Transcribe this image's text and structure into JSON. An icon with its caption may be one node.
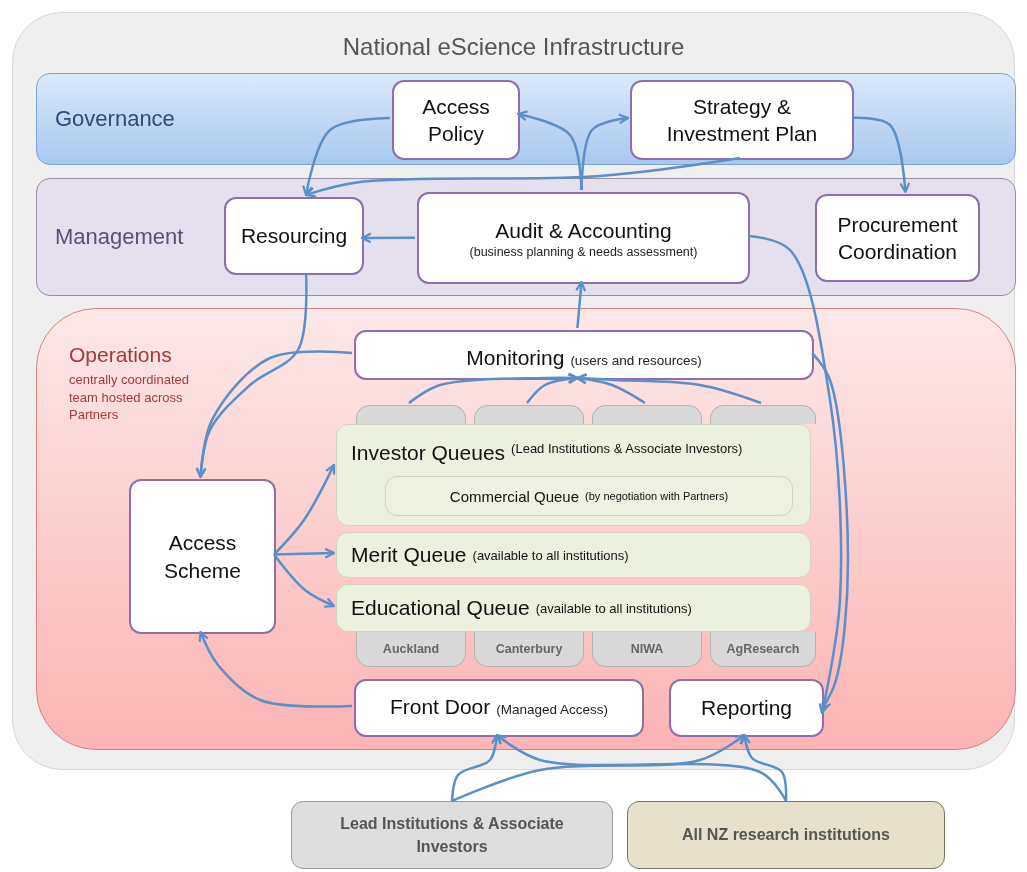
{
  "diagram": {
    "nodes": [
      {
        "text": [
          "National eScience Infrastructure"
        ]
      },
      {
        "text": [
          "Governance"
        ],
        "in": 0
      },
      {
        "text": [
          "Access Policy"
        ],
        "in": 1
      },
      {
        "text": [
          "Strategy & Investment Plan"
        ],
        "in": 1
      },
      {
        "text": [
          "Management"
        ],
        "in": 0
      },
      {
        "text": [
          "Resourcing"
        ],
        "in": 4
      },
      {
        "text": [
          "Audit & Accounting",
          "(business planning & needs assessment)"
        ],
        "in": 4
      },
      {
        "text": [
          "Procurement Coordination"
        ],
        "in": 4
      },
      {
        "text": [
          "Operations",
          "centrally coordinated team hosted across Partners"
        ],
        "in": 0
      },
      {
        "text": [
          "Monitoring",
          "(users and resources)"
        ],
        "in": 8
      },
      {
        "text": [
          "Access Scheme"
        ],
        "in": 8
      },
      {
        "text": [],
        "shape": "box",
        "in": 8
      },
      {
        "text": [],
        "shape": "box",
        "in": 8
      },
      {
        "text": [],
        "shape": "box",
        "in": 8
      },
      {
        "text": [],
        "shape": "box",
        "in": 8
      },
      {
        "text": [
          "Investor Queues",
          "(Lead Institutions & Associate Investors)"
        ],
        "in": 8
      },
      {
        "text": [
          "Commercial Queue",
          "(by negotiation with Partners)"
        ],
        "in": 15
      },
      {
        "text": [
          "Merit Queue",
          "(available to all institutions)"
        ],
        "in": 8
      },
      {
        "text": [
          "Educational Queue",
          "(available to all institutions)"
        ],
        "in": 8
      },
      {
        "text": [
          "Auckland"
        ],
        "in": 8
      },
      {
        "text": [
          "Canterbury"
        ],
        "in": 8
      },
      {
        "text": [
          "NIWA"
        ],
        "in": 8
      },
      {
        "text": [
          "AgResearch"
        ],
        "in": 8
      },
      {
        "text": [
          "Front Door",
          "(Managed Access)"
        ],
        "in": 8
      },
      {
        "text": [
          "Reporting"
        ],
        "in": 8
      },
      {
        "text": [
          "Lead Institutions & Associate Investors"
        ]
      },
      {
        "text": [
          "All NZ research institutions"
        ]
      }
    ],
    "edges": [
      {
        "from": 2,
        "to": 5,
        "arrow": "to"
      },
      {
        "from": 3,
        "to": 5,
        "arrow": "to"
      },
      {
        "from": 6,
        "to": 2,
        "arrow": "to"
      },
      {
        "from": 6,
        "to": 3,
        "arrow": "to"
      },
      {
        "from": 3,
        "to": 7,
        "arrow": "to"
      },
      {
        "from": 6,
        "to": 5,
        "arrow": "to"
      },
      {
        "from": 6,
        "to": 24,
        "arrow": "to"
      },
      {
        "from": 9,
        "to": 6,
        "arrow": "to"
      },
      {
        "from": 5,
        "to": 10,
        "arrow": "to"
      },
      {
        "from": 9,
        "to": 10,
        "arrow": "to"
      },
      {
        "from": 9,
        "to": 24,
        "arrow": "to"
      },
      {
        "from": 11,
        "to": 9,
        "arrow": "to"
      },
      {
        "from": 12,
        "to": 9,
        "arrow": "to"
      },
      {
        "from": 13,
        "to": 9,
        "arrow": "to"
      },
      {
        "from": 14,
        "to": 9,
        "arrow": "to"
      },
      {
        "from": 10,
        "to": 15,
        "arrow": "to"
      },
      {
        "from": 10,
        "to": 17,
        "arrow": "to"
      },
      {
        "from": 10,
        "to": 18,
        "arrow": "to"
      },
      {
        "from": 23,
        "to": 10,
        "arrow": "to"
      },
      {
        "from": 25,
        "to": 23,
        "arrow": "to"
      },
      {
        "from": 25,
        "to": 24,
        "arrow": "to"
      },
      {
        "from": 26,
        "to": 23,
        "arrow": "to"
      },
      {
        "from": 26,
        "to": 24,
        "arrow": "to"
      }
    ]
  }
}
